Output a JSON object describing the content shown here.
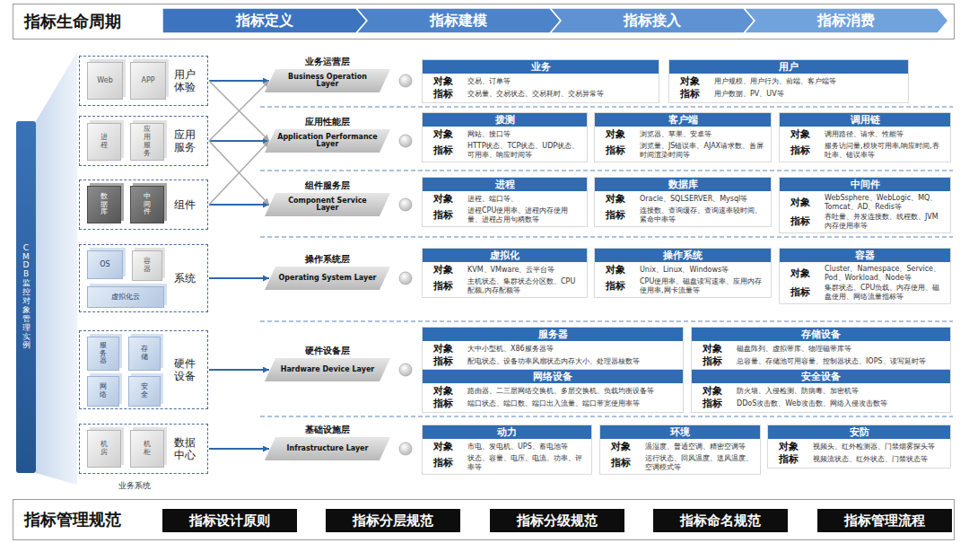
{
  "diagram": {
    "nodes": [
      {
        "text": [
          "指标生命周期"
        ]
      },
      {
        "text": [
          "指标定义"
        ],
        "in": 0
      },
      {
        "text": [
          "指标建模"
        ],
        "in": 0
      },
      {
        "text": [
          "指标接入"
        ],
        "in": 0
      },
      {
        "text": [
          "指标消费"
        ],
        "in": 0
      },
      {
        "text": [
          "CMDB监控对象管理实例"
        ]
      },
      {
        "text": [
          "用户体验"
        ]
      },
      {
        "text": [
          "Web"
        ],
        "in": 6
      },
      {
        "text": [
          "APP"
        ],
        "in": 6
      },
      {
        "text": [
          "业务运营层",
          "Business Operation Layer"
        ]
      },
      {
        "text": [
          "业务",
          "对象",
          "交易、订单等",
          "指标",
          "交易量、交易状态、交易耗时、交易异常等"
        ]
      },
      {
        "text": [
          "用户",
          "对象",
          "用户规模、用户行为、前端、客户端等",
          "指标",
          "用户数据、PV、UV等"
        ]
      },
      {
        "text": [
          "应用服务"
        ]
      },
      {
        "text": [
          "进程"
        ],
        "in": 12
      },
      {
        "text": [
          "应用服务"
        ],
        "in": 12
      },
      {
        "text": [
          "应用性能层",
          "Application Performance Layer"
        ]
      },
      {
        "text": [
          "拨测",
          "对象",
          "网站、接口等",
          "指标",
          "HTTP状态、TCP状态、UDP状态、可用率、响应时间等"
        ]
      },
      {
        "text": [
          "客户端",
          "对象",
          "浏览器、苹果、安卓等",
          "指标",
          "浏览量、JS错误率、AJAX请求数、首屏时间渲染时间等"
        ]
      },
      {
        "text": [
          "调用链",
          "对象",
          "调用路径、请求、性能等",
          "指标",
          "服务访问量,模块可用率,响应时间,吞吐率、错误率等"
        ]
      },
      {
        "text": [
          "组件"
        ]
      },
      {
        "text": [
          "数据库"
        ],
        "in": 19
      },
      {
        "text": [
          "中间件"
        ],
        "in": 19
      },
      {
        "text": [
          "组件服务层",
          "Component Service Layer"
        ]
      },
      {
        "text": [
          "进程",
          "对象",
          "进程、端口等、",
          "指标",
          "进程CPU使用率、进程内存使用量、进程占用句柄数等"
        ]
      },
      {
        "text": [
          "数据库",
          "对象",
          "Oracle、SQLSERVER、Mysql等",
          "指标",
          "连接数、查询缓存、查询速率较时间、紧命中率等"
        ]
      },
      {
        "text": [
          "中间件",
          "对象",
          "WebSsphere、WebLogic、MQ、Tomcat、AD、Redis等",
          "指标",
          "吞吐量、并发连接数、线程数、JVM内存使用率等"
        ]
      },
      {
        "text": [
          "系统"
        ]
      },
      {
        "text": [
          "OS"
        ],
        "in": 26
      },
      {
        "text": [
          "容器"
        ],
        "in": 26
      },
      {
        "text": [
          "虚拟化云"
        ],
        "in": 26
      },
      {
        "text": [
          "操作系统层",
          "Operating System Layer"
        ]
      },
      {
        "text": [
          "虚拟化",
          "对象",
          "KVM、VMware、云平台等",
          "指标",
          "主机状态、集群状态分区数、CPU配额,内存配额等"
        ]
      },
      {
        "text": [
          "操作系统",
          "对象",
          "Unix、Linux、Windows等",
          "指标",
          "CPU使用率、磁盘读写速率、应用内存使用率,网卡流量等"
        ]
      },
      {
        "text": [
          "容器",
          "对象",
          "Cluster、Namespace、Service、Pod、Workload、Node等",
          "指标",
          "集群状态、CPU负载、内存使用、磁盘使用、网络流量指标等"
        ]
      },
      {
        "text": [
          "硬件设备"
        ]
      },
      {
        "text": [
          "服务器"
        ],
        "in": 34
      },
      {
        "text": [
          "存储"
        ],
        "in": 34
      },
      {
        "text": [
          "网络"
        ],
        "in": 34
      },
      {
        "text": [
          "安全"
        ],
        "in": 34
      },
      {
        "text": [
          "硬件设备层",
          "Hardware Device Layer"
        ]
      },
      {
        "text": [
          "服务器",
          "对象",
          "大中小型机、X86服务器等",
          "指标",
          "配电状态、设备功率风扇状态内存大小、处理器核数等"
        ]
      },
      {
        "text": [
          "存储设备",
          "对象",
          "磁盘阵列、虚拟带库、物理磁带库等",
          "指标",
          "总容量、存储池可用容量、控制器状态、IOPS、读写延时等"
        ]
      },
      {
        "text": [
          "网络设备",
          "对象",
          "路由器、二三层网络交换机、多层交换机、负载均衡设备等",
          "指标",
          "端口状态、端口数、端口出入流量、端口带宽使用率等"
        ]
      },
      {
        "text": [
          "安全设备",
          "对象",
          "防火墙、入侵检测、防病毒、加密机等",
          "指标",
          "DDoS攻击数、Web攻击数、网络入侵攻击数等"
        ]
      },
      {
        "text": [
          "数据中心"
        ]
      },
      {
        "text": [
          "机房"
        ],
        "in": 44
      },
      {
        "text": [
          "机柜"
        ],
        "in": 44
      },
      {
        "text": [
          "基础设施层",
          "Infrastructure Layer"
        ]
      },
      {
        "text": [
          "动力",
          "对象",
          "市电、发电机、UPS、蓄电池等",
          "指标",
          "状态、容量、电压、电流、功率、评率等"
        ]
      },
      {
        "text": [
          "环境",
          "对象",
          "温湿度、普通空调、精密空调等",
          "指标",
          "运行状态、回风温度、送风温度、空调模式等"
        ]
      },
      {
        "text": [
          "安防",
          "对象",
          "视频头、红外检测器、门禁烟雾探头等",
          "指标",
          "视频流状态、红外状态、门禁状态等"
        ]
      },
      {
        "text": [
          "指标管理规范"
        ]
      },
      {
        "text": [
          "指标设计原则"
        ],
        "in": 51
      },
      {
        "text": [
          "指标分层规范"
        ],
        "in": 51
      },
      {
        "text": [
          "指标分级规范"
        ],
        "in": 51
      },
      {
        "text": [
          "指标命名规范"
        ],
        "in": 51
      },
      {
        "text": [
          "指标管理流程"
        ],
        "in": 51
      }
    ],
    "edges": [
      {
        "from": 6,
        "to": 9,
        "arrow": "to"
      },
      {
        "from": 12,
        "to": 15,
        "arrow": "to"
      },
      {
        "from": 19,
        "to": 22,
        "arrow": "to"
      },
      {
        "from": 26,
        "to": 30,
        "arrow": "to"
      },
      {
        "from": 34,
        "to": 39,
        "arrow": "to"
      },
      {
        "from": 44,
        "to": 47,
        "arrow": "to"
      },
      {
        "from": 6,
        "to": 15,
        "arrow": "to"
      },
      {
        "from": 12,
        "to": 9,
        "arrow": "to"
      },
      {
        "from": 12,
        "to": 22,
        "arrow": "to"
      },
      {
        "from": 19,
        "to": 15,
        "arrow": "to"
      }
    ],
    "labels": [
      "业务系统"
    ]
  }
}
